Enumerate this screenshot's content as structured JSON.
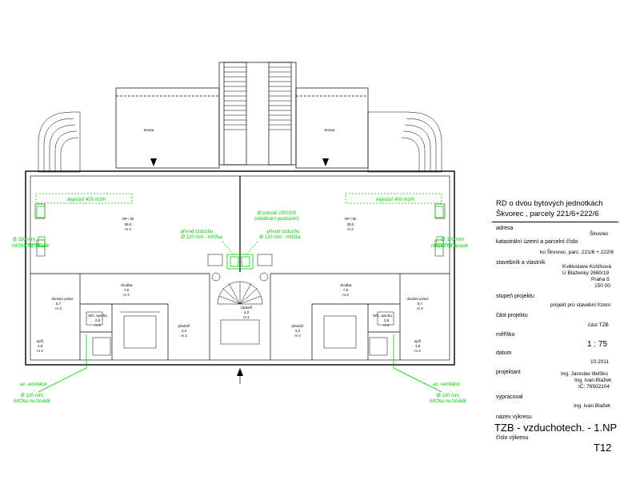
{
  "plan": {
    "rooms": {
      "terrace_left": "terasa",
      "terrace_right": "terasa",
      "living_left": "OP / kk",
      "living_left_area": "38,0",
      "living_left_unit": "m 2",
      "living_right": "OP / kk",
      "living_right_area": "39,0",
      "living_right_unit": "m 2",
      "hall_left": "chodba",
      "hall_left_area": "7,6",
      "hall_left_unit": "m 2",
      "hall_right": "chodba",
      "hall_right_area": "7,6",
      "hall_right_unit": "m 2",
      "utility_left": "domácí práce",
      "utility_left_area": "5,7",
      "utility_left_unit": "m 2",
      "utility_right": "domácí práce",
      "utility_right_area": "5,7",
      "utility_right_unit": "m 2",
      "wc_left": "WC, sprcha",
      "wc_left_area": "2,8",
      "wc_left_unit": "m 2",
      "wc_right": "WC, sprcha",
      "wc_right_area": "2,8",
      "wc_right_unit": "m 2",
      "pantry_left": "spíž",
      "pantry_left_area": "1,8",
      "pantry_left_unit": "m 2",
      "pantry_right": "spíž",
      "pantry_right_area": "1,8",
      "pantry_right_unit": "m 2",
      "hall2_left": "předsíň",
      "hall2_left_area": "4,2",
      "hall2_left_unit": "m 2",
      "hall2_right": "předsíň",
      "hall2_right_area": "4,2",
      "hall2_right_unit": "m 2",
      "lobby": "zádveří",
      "lobby_area": "4,2",
      "lobby_unit": "m 2"
    },
    "annotations": {
      "hood_left": "digestoř 400 m3/h",
      "hood_right": "digestoř 400 m3/h",
      "duct_center_1": "Ø  potrubí 200/300",
      "duct_center_2": "(odvětrání postranní)",
      "supply_left_1": "přívod vzduchu",
      "supply_left_2": "Ø 120 mm - mřížka",
      "supply_right_1": "přívod vzduchu",
      "supply_right_2": "Ø 120 mm - mřížka",
      "grille_left_1": "Ø 150 mm",
      "grille_left_2": "mřížka na fasádě",
      "grille_right_1": "Ø 150 mm",
      "grille_right_2": "mřížka na fasádě",
      "fan_left_1": "ax. ventilátor",
      "fan_left_2": "Ø  120 mm",
      "fan_left_3": "mřížka na fasádě",
      "fan_right_1": "ax. ventilátor",
      "fan_right_2": "Ø  120 mm",
      "fan_right_3": "mřížka na fasádě"
    },
    "colors": {
      "line": "#000000",
      "annotation": "#00cc00"
    }
  },
  "title_block": {
    "project_title_1": "RD o dvou bytových jednotkách",
    "project_title_2": "Škvorec , parcely  221/6+222/6",
    "address_label": "adresa",
    "address_value": "Škvorec",
    "cadastre_label": "katastrální území a parcelní číslo",
    "cadastre_value": "kú Škvorec, parc. 221/6 + 222/6",
    "builder_label": "stavebník a vlastník",
    "builder_value_1": "Květoslava Košťková",
    "builder_value_2": "U Blaženky 2680/19",
    "builder_value_3": "Praha 5",
    "builder_value_4": "150 00",
    "stage_label": "stupeň projektu",
    "stage_value": "projekt pro stavební řízení",
    "part_label": "část projektu",
    "part_value": "část TZB",
    "scale_label": "měřítko",
    "scale_value": "1 : 75",
    "date_label": "datum",
    "date_value": "10.2011",
    "designer_label": "projektant",
    "designer_value_1": "Ing. Jaroslav Illetško",
    "designer_value_2": "Ing. Ivan Blažek",
    "designer_value_3": "IČ: 76502104",
    "author_label": "vypracoval",
    "author_value": "Ing. Ivan Blažek",
    "drawing_name_label": "název výkresu",
    "drawing_name_value": "TZB - vzduchotech. - 1.NP",
    "drawing_number_label": "číslo výkresu",
    "drawing_number_value": "T12"
  }
}
